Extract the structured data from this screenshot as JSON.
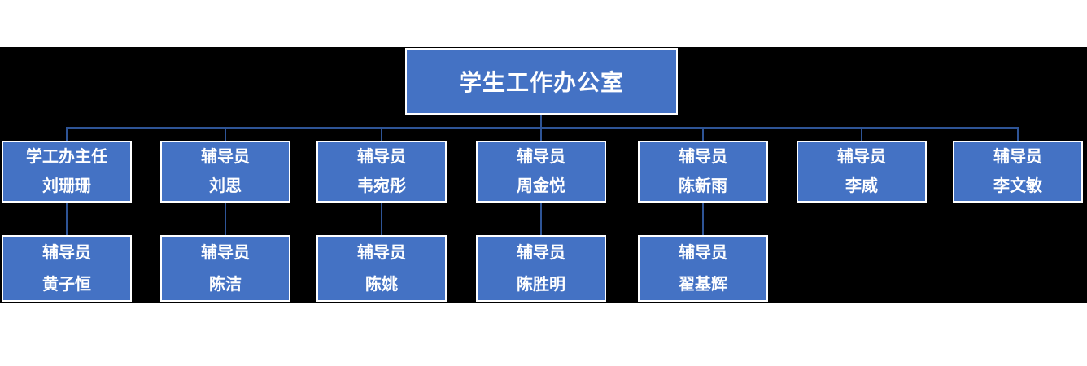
{
  "org": {
    "title": "学生工作办公室",
    "level2": [
      {
        "role": "学工办主任",
        "name": "刘珊珊"
      },
      {
        "role": "辅导员",
        "name": "刘思"
      },
      {
        "role": "辅导员",
        "name": "韦宛彤"
      },
      {
        "role": "辅导员",
        "name": "周金悦"
      },
      {
        "role": "辅导员",
        "name": "陈新雨"
      },
      {
        "role": "辅导员",
        "name": "李威"
      },
      {
        "role": "辅导员",
        "name": "李文敏"
      }
    ],
    "level3": [
      {
        "role": "辅导员",
        "name": "黄子恒",
        "parent": "刘珊珊"
      },
      {
        "role": "辅导员",
        "name": "陈洁",
        "parent": "刘思"
      },
      {
        "role": "辅导员",
        "name": "陈姚",
        "parent": "韦宛彤"
      },
      {
        "role": "辅导员",
        "name": "陈胜明",
        "parent": "周金悦"
      },
      {
        "role": "辅导员",
        "name": "翟基辉",
        "parent": "陈新雨"
      }
    ],
    "colors": {
      "box_fill": "#4472C4",
      "box_border": "#FFFFFF",
      "connector": "#2E5496",
      "chart_background": "#000000",
      "page_background": "#FFFFFF",
      "text": "#FFFFFF"
    }
  }
}
